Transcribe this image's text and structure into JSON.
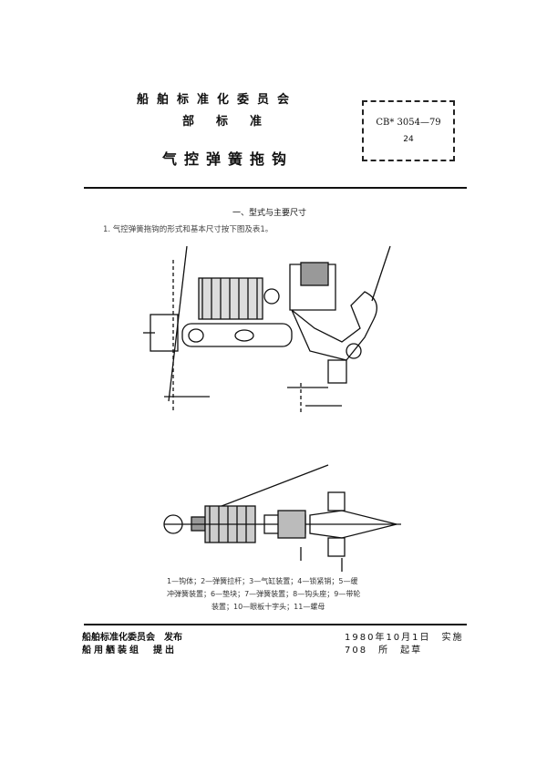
{
  "header": {
    "org": "船舶标准化委员会",
    "kind": "部标准",
    "title": "气控弹簧拖钩",
    "code": "CB* 3054—79",
    "sub": "24"
  },
  "section": {
    "heading": "一、型式与主要尺寸",
    "para": "1. 气控弹簧拖钩的形式和基本尺寸按下图及表1。"
  },
  "legend": {
    "line1": "1—钩体；2—弹簧拉杆；3—气缸装置；4—锁紧销；5—缓",
    "line2": "冲弹簧装置；6—垫块；7—弹簧装置；8—钩头座；9—带轮",
    "line3": "装置；10—眼板十字头；11—螺母"
  },
  "footer": {
    "publisher": "船舶标准化委员会　发布",
    "proposer": "船用舾装组　提出",
    "effective": "1980年10月1日　实施",
    "drafter": "708　所　起草"
  }
}
